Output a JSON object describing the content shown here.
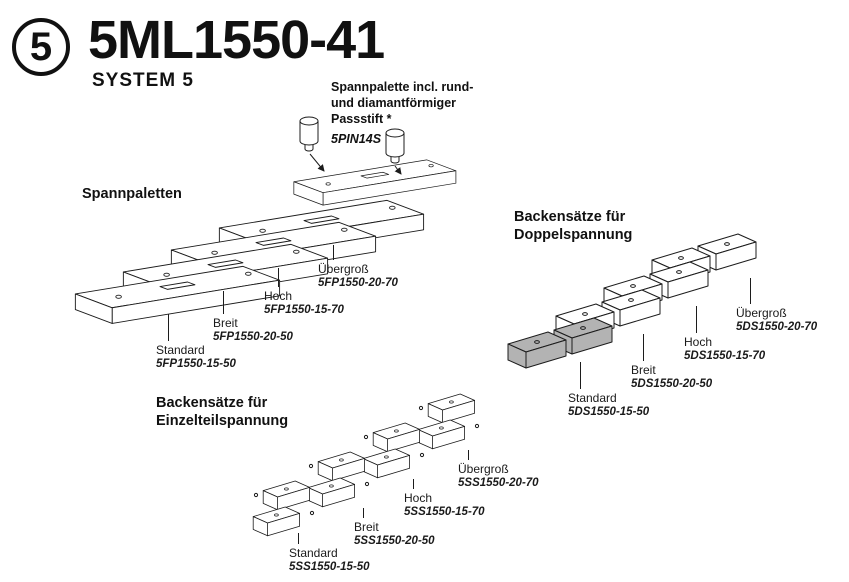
{
  "page": {
    "logo_number": "5",
    "title": "5ML1550-41",
    "subtitle": "SYSTEM 5"
  },
  "annotation": {
    "line1": "Spannpalette incl. rund-",
    "line2": "und diamantförmiger",
    "line3": "Passstift *",
    "part_number": "5PIN14S"
  },
  "groups": {
    "spannpaletten": {
      "heading": "Spannpaletten",
      "items": [
        {
          "label": "Standard",
          "part_number": "5FP1550-15-50"
        },
        {
          "label": "Breit",
          "part_number": "5FP1550-20-50"
        },
        {
          "label": "Hoch",
          "part_number": "5FP1550-15-70"
        },
        {
          "label": "Übergroß",
          "part_number": "5FP1550-20-70"
        }
      ]
    },
    "doppelspannung": {
      "heading_line1": "Backensätze für",
      "heading_line2": "Doppelspannung",
      "items": [
        {
          "label": "Standard",
          "part_number": "5DS1550-15-50"
        },
        {
          "label": "Breit",
          "part_number": "5DS1550-20-50"
        },
        {
          "label": "Hoch",
          "part_number": "5DS1550-15-70"
        },
        {
          "label": "Übergroß",
          "part_number": "5DS1550-20-70"
        }
      ]
    },
    "einzelteilspannung": {
      "heading_line1": "Backensätze für",
      "heading_line2": "Einzelteilspannung",
      "items": [
        {
          "label": "Standard",
          "part_number": "5SS1550-15-50"
        },
        {
          "label": "Breit",
          "part_number": "5SS1550-20-50"
        },
        {
          "label": "Hoch",
          "part_number": "5SS1550-15-70"
        },
        {
          "label": "Übergroß",
          "part_number": "5SS1550-20-70"
        }
      ]
    }
  }
}
